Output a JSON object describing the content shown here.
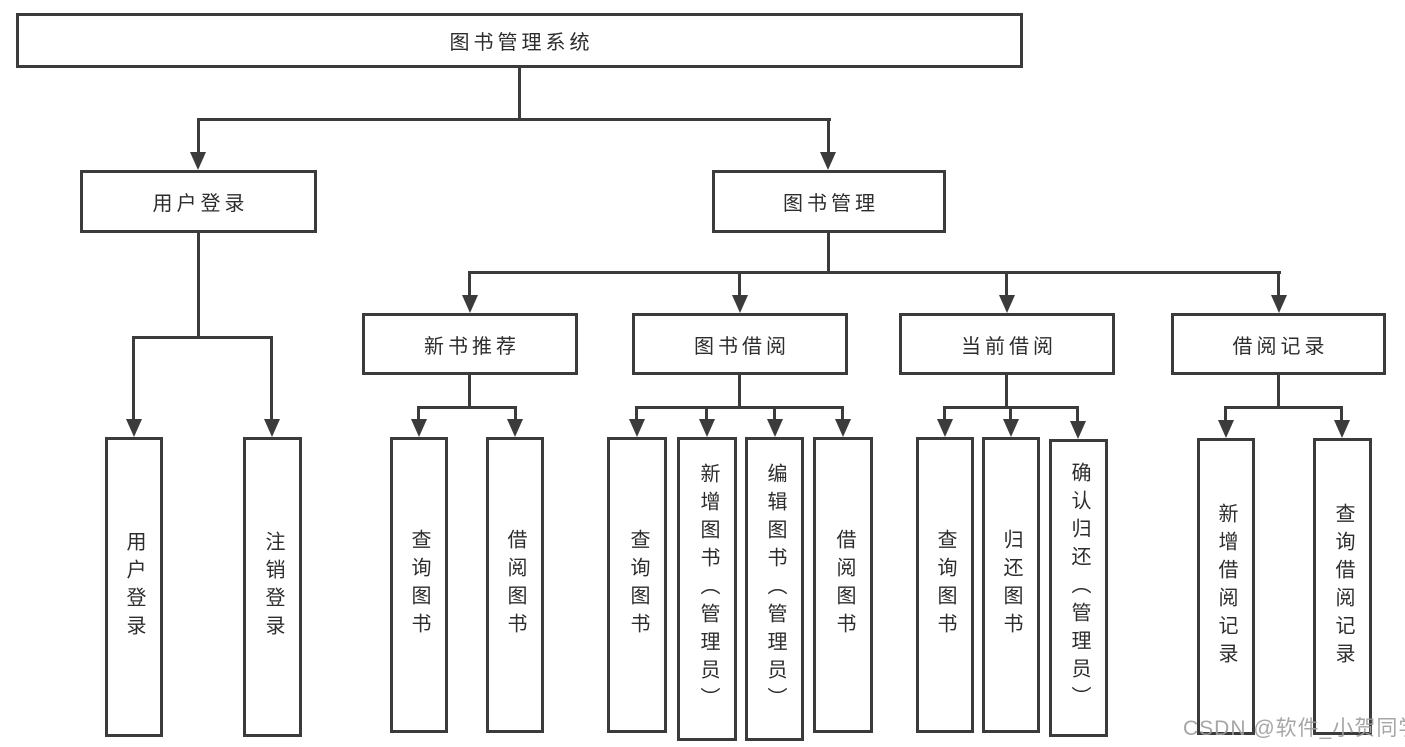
{
  "diagram": {
    "type": "tree",
    "root": {
      "label": "图书管理系统"
    },
    "level2": {
      "user_login": {
        "label": "用户登录"
      },
      "book_management": {
        "label": "图书管理"
      }
    },
    "level3": {
      "new_book_recommend": {
        "label": "新书推荐",
        "parent": "图书管理"
      },
      "book_borrowing": {
        "label": "图书借阅",
        "parent": "图书管理"
      },
      "current_borrowing": {
        "label": "当前借阅",
        "parent": "图书管理"
      },
      "borrowing_records": {
        "label": "借阅记录",
        "parent": "图书管理"
      }
    },
    "leaves": {
      "user_login": [
        "用户登录",
        "注销登录"
      ],
      "new_book_recommend": [
        "查询图书",
        "借阅图书"
      ],
      "book_borrowing": [
        "查询图书",
        "新增图书（管理员）",
        "编辑图书（管理员）",
        "借阅图书"
      ],
      "current_borrowing": [
        "查询图书",
        "归还图书",
        "确认归还（管理员）"
      ],
      "borrowing_records": [
        "新增借阅记录",
        "查询借阅记录"
      ]
    }
  },
  "watermark": "CSDN @软件_小贺同学",
  "colors": {
    "line": "#3b3b3b",
    "box_border": "#3b3b3b",
    "text": "#2d2d2d",
    "watermark": "#9e9e9e",
    "background": "#ffffff"
  }
}
